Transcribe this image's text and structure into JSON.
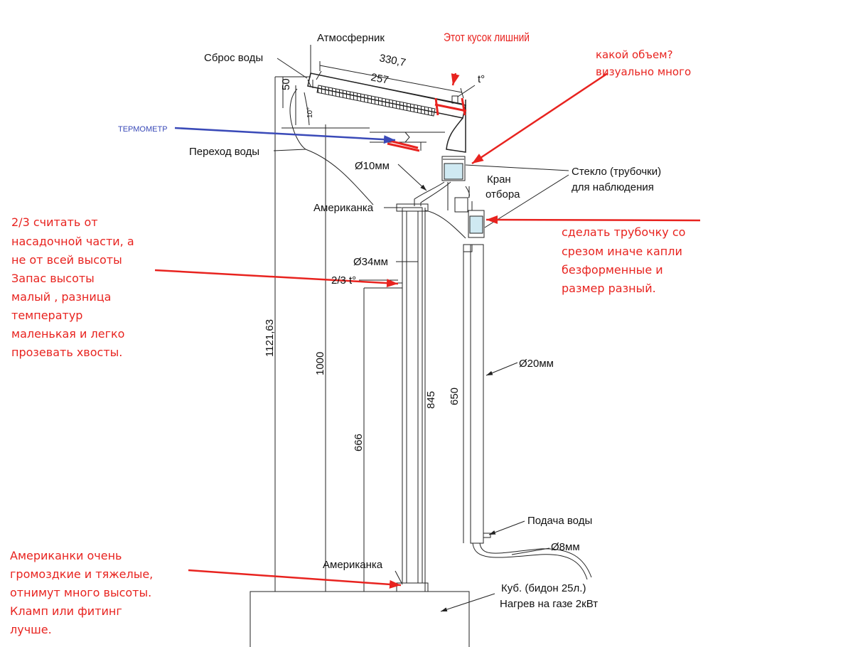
{
  "colors": {
    "annotation": "#e8231f",
    "thermometer": "#3a4ab8",
    "drawing": "#222222"
  },
  "labels": {
    "atmosfernik": "Атмосферник",
    "sbros_vody": "Сброс воды",
    "perekhod_vody": "Переход воды",
    "d10": "Ø10мм",
    "amerikanka_top": "Американка",
    "d34": "Ø34мм",
    "t_two_thirds": "2/3 t°",
    "kran": "Кран",
    "otbora": "отбора",
    "steklo_1": "Стекло (трубочки)",
    "steklo_2": "для наблюдения",
    "d20": "Ø20мм",
    "podacha_vody": "Подача воды",
    "d8": "Ø8мм",
    "amerikanka_bottom": "Американка",
    "kub_1": "Куб. (бидон 25л.)",
    "kub_2": "Нагрев на газе 2кВт",
    "t_symbol": "t°",
    "angle": "10°"
  },
  "dimensions": {
    "top_long": "330,7",
    "top_short": "257",
    "left_small": "50",
    "h_total": "1121,63",
    "h_1000": "1000",
    "h_666": "666",
    "h_845": "845",
    "h_650": "650"
  },
  "annotations": {
    "extra_piece": "Этот кусок лишний",
    "volume_1": "какой объем?",
    "volume_2": "визуально много",
    "thermometer": "ТЕРМОМЕТР",
    "left_note": [
      "2/3 считать от",
      "насадочной части, а",
      "не от всей высоты",
      "Запас высоты",
      "малый , разница",
      "температур",
      "маленькая и легко",
      "прозевать хвосты."
    ],
    "right_note": [
      "сделать трубочку со",
      "срезом иначе капли",
      "безформенные и",
      "размер разный."
    ],
    "bottom_note": [
      "Американки очень",
      "громоздкие и тяжелые,",
      "отнимут много высоты.",
      "Кламп или фитинг",
      "лучше."
    ]
  }
}
